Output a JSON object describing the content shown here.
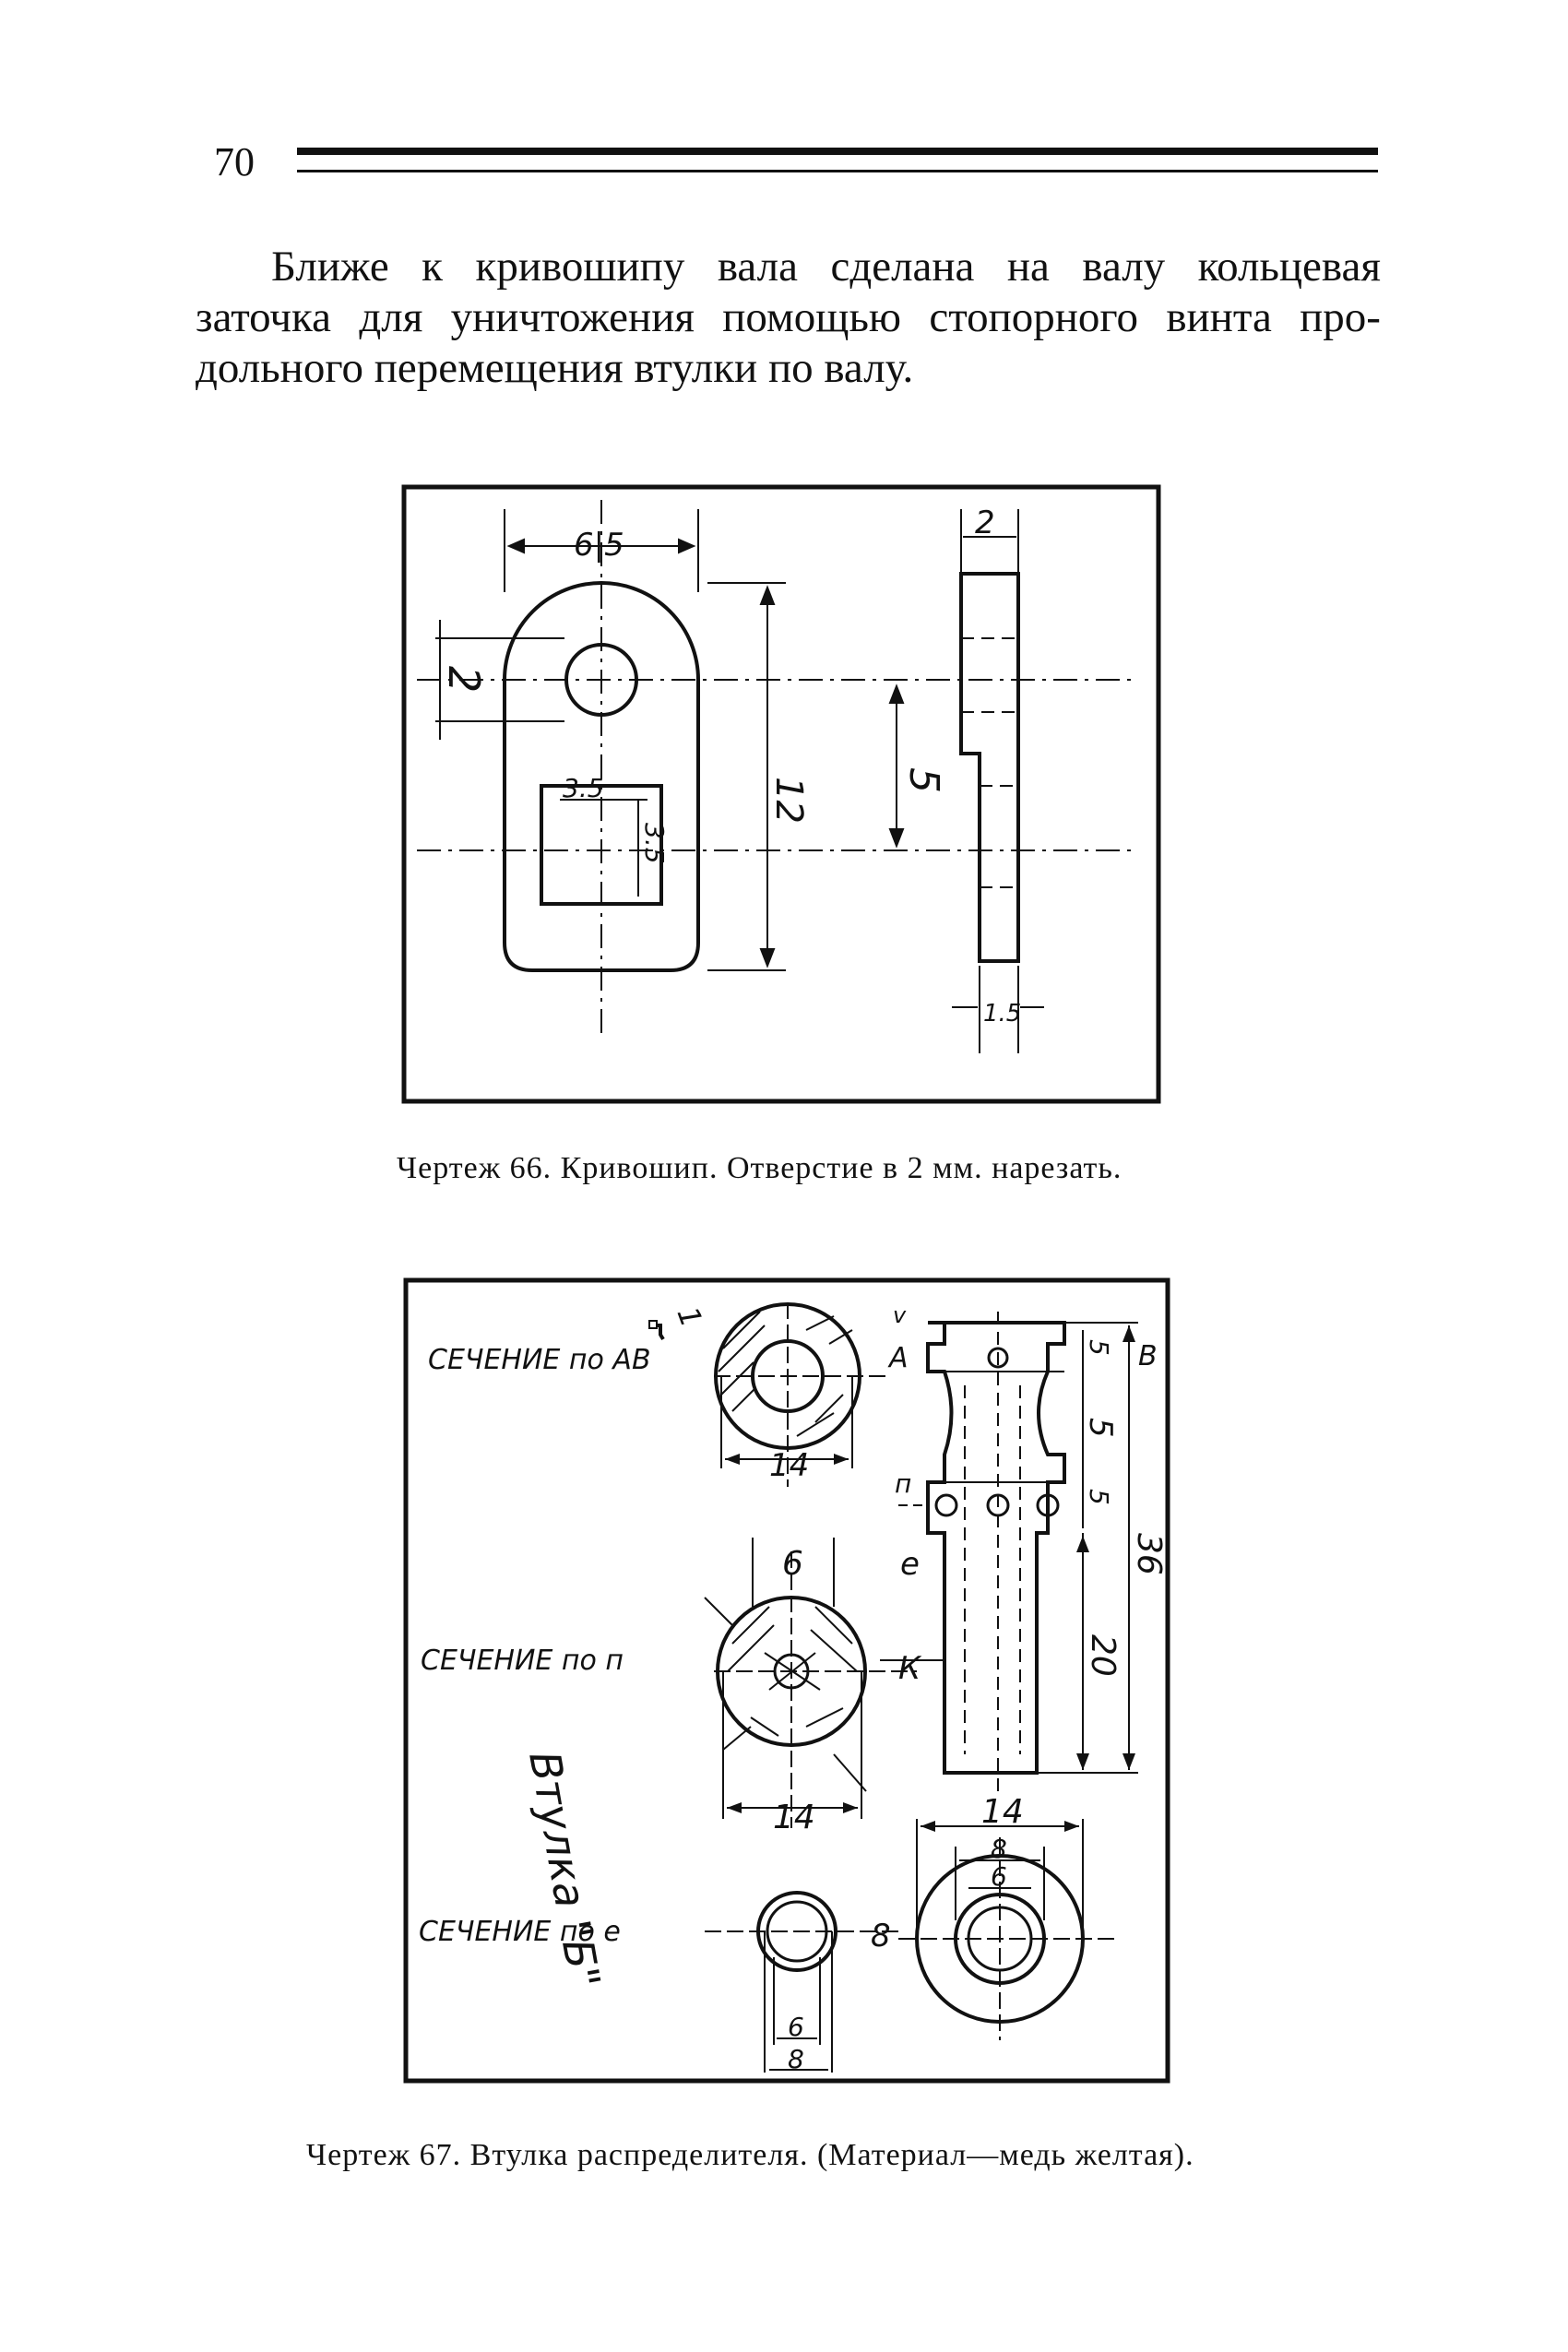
{
  "page": {
    "number": "70"
  },
  "body": {
    "lines": [
      "Ближе к кривошипу вала сделана на валу кольцевая",
      "заточка для уничтожения помощью стопорного винта про-",
      "дольного перемещения втулки по валу."
    ]
  },
  "figure66": {
    "caption": "Чертеж 66. Кривошип. Отверстие в 2 мм. нарезать.",
    "dims": {
      "width": "6|5",
      "height": "12",
      "hole": "2",
      "hole_spacing": "5",
      "square_w": "3.5",
      "square_h": "3.5",
      "thickness_top": "2",
      "thickness": "1.5"
    }
  },
  "figure67": {
    "caption": "Чертеж 67. Втулка распределителя. (Материал—медь желтая).",
    "vertical_label": "Втулка \"Б\"",
    "sections": {
      "ab": "СЕЧЕНИЕ по АВ",
      "n": "СЕЧЕНИЕ по п",
      "e": "СЕЧЕНИЕ по е"
    },
    "dims": {
      "d14_top": "14",
      "d6": "6",
      "d14_mid": "14",
      "d6_bottom": "6",
      "d8_bottom": "8",
      "d14_right": "14",
      "d8_right": "8",
      "d6_right": "6",
      "total": "36",
      "d20": "20",
      "d5a": "5",
      "d5b": "5",
      "d5c": "5",
      "d1": "1"
    },
    "letters": {
      "A": "A",
      "B": "В",
      "n": "п",
      "e": "е",
      "K": "К",
      "v": "v",
      "eight": "8"
    }
  }
}
